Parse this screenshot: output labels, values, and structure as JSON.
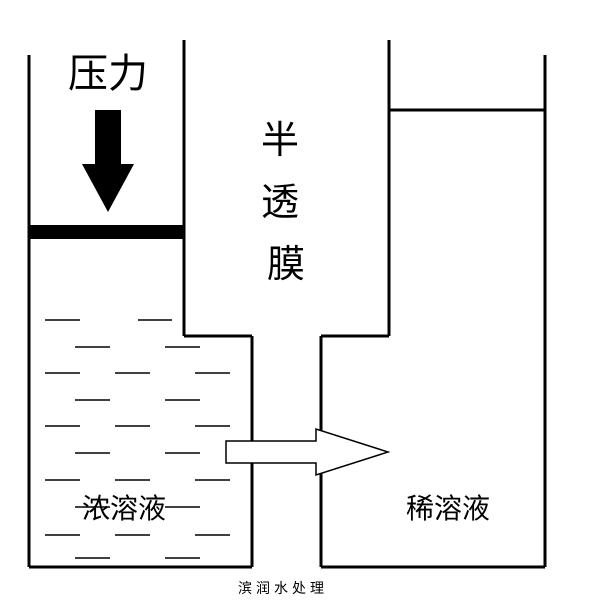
{
  "pressure_label": "压力",
  "membrane_label": "半透膜",
  "concentrated_label": "浓溶液",
  "dilute_label": "稀溶液",
  "caption": "滨润水处理",
  "colors": {
    "stroke": "#000000",
    "background": "#ffffff"
  },
  "icons": {
    "pressure": "down-arrow-icon",
    "flow": "right-arrow-icon"
  }
}
